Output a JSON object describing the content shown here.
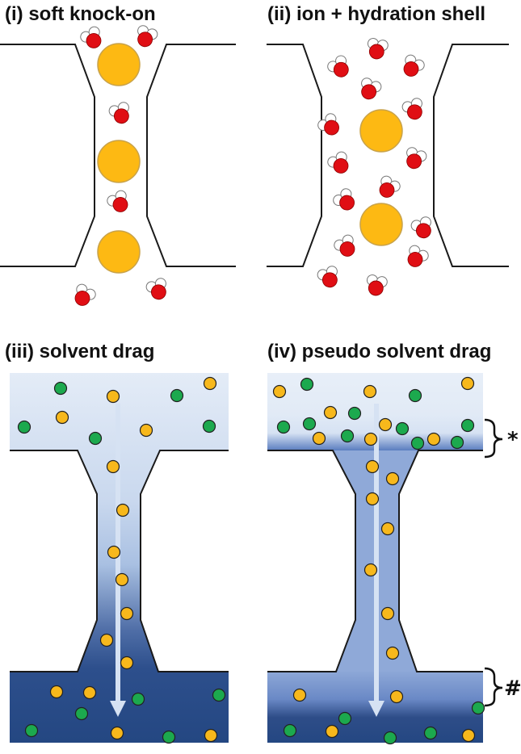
{
  "titles": {
    "p1": "(i) soft knock-on",
    "p2": "(ii) ion + hydration shell",
    "p3": "(iii) solvent drag",
    "p4": "(iv) pseudo solvent drag"
  },
  "markers": {
    "star": "*",
    "hash": "#"
  },
  "colors": {
    "ion": "#FDB913",
    "ion_stroke": "#C8A24A",
    "water_oxygen": "#E00E14",
    "water_hydrogen": "#FFFFFF",
    "green_particle": "#1CA94E",
    "yellow_particle": "#F7B81C",
    "dark_solvent": "#2B4E8C",
    "light_solvent": "#DCE6F4",
    "channel_outline": "#1a1a1a"
  }
}
